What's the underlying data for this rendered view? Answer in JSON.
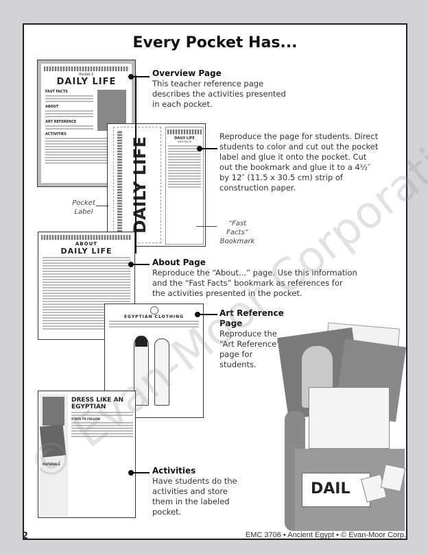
{
  "title": "Every Pocket Has...",
  "sections": {
    "overview": {
      "heading": "Overview Page",
      "text": "This teacher reference page describes the activities presented in each pocket."
    },
    "pocket_label": {
      "text": "Reproduce the page for students. Direct students to color and cut out the pocket label and glue it onto the pocket. Cut out the bookmark and glue it to a 4½″ by 12″ (11.5 x 30.5 cm) strip of construction paper."
    },
    "about": {
      "heading": "About Page",
      "text": "Reproduce the “About...” page. Use this information and the “Fast Facts” bookmark as references for the activities presented in the pocket."
    },
    "art_reference": {
      "heading": "Art Reference Page",
      "text": "Reproduce the “Art Reference” page for students."
    },
    "activities": {
      "heading": "Activities",
      "text": "Have students do the activities and store them in the labeled pocket."
    }
  },
  "captions": {
    "pocket_label": "Pocket Label",
    "bookmark": "“Fast Facts” Bookmark"
  },
  "thumbnails": {
    "overview": {
      "pocket": "Pocket 1",
      "title": "DAILY LIFE",
      "sections": [
        "FAST FACTS",
        "ABOUT",
        "ART REFERENCE",
        "ACTIVITIES"
      ]
    },
    "label": {
      "title": "DAILY LIFE",
      "bookmark_title": "DAILY LIFE",
      "bookmark_sub": "FAST FACTS"
    },
    "about": {
      "title1": "ABOUT",
      "title2": "DAILY LIFE"
    },
    "art": {
      "title": "EGYPTIAN CLOTHING"
    },
    "activity": {
      "title": "DRESS LIKE AN EGYPTIAN",
      "steps": "STEPS TO FOLLOW",
      "materials": "MATERIALS"
    },
    "photo_label": "DAIL"
  },
  "footer": {
    "page_number": "2",
    "credit": "EMC 3706 • Ancient Egypt • © Evan-Moor Corp."
  },
  "watermark": "© Evan-Moor Corporation."
}
